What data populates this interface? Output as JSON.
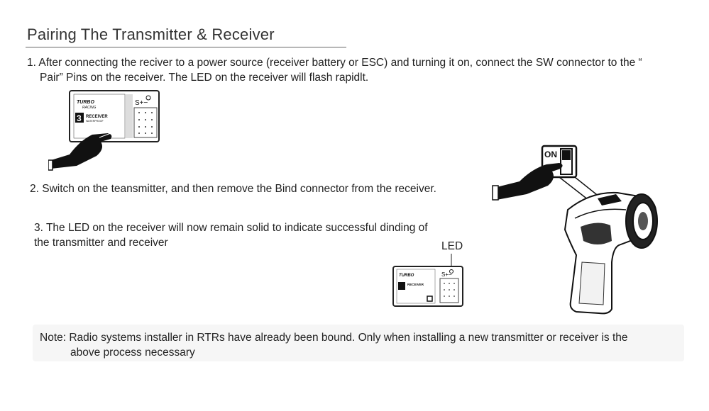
{
  "title": "Pairing The Transmitter & Receiver",
  "steps": {
    "s1_line1": "1. After connecting the reciver to a power source (receiver battery or ESC) and turning it on, connect the SW connector to the “",
    "s1_line2": "Pair” Pins on the receiver. The LED on the receiver will flash rapidlt.",
    "s2": "2. Switch on the teansmitter, and then remove the Bind connector from the receiver.",
    "s3_line1": "3. The LED on the receiver will now remain solid to indicate successful dinding of",
    "s3_line2": "the transmitter and receiver"
  },
  "note": {
    "line1": "Note: Radio systems installer in RTRs have already been bound. Only when installing a new transmitter or receiver is the",
    "line2": "above process necessary"
  },
  "labels": {
    "led": "LED",
    "on": "ON",
    "pins_polarity": "S+−",
    "receiver_model": "3",
    "receiver_text": "RECEIVER",
    "waterproof": "WATERPROOF",
    "brand": "TURBO RACING"
  },
  "icons": [
    "receiver-illustration",
    "hand-pointing-icon",
    "transmitter-illustration",
    "on-switch-icon"
  ]
}
